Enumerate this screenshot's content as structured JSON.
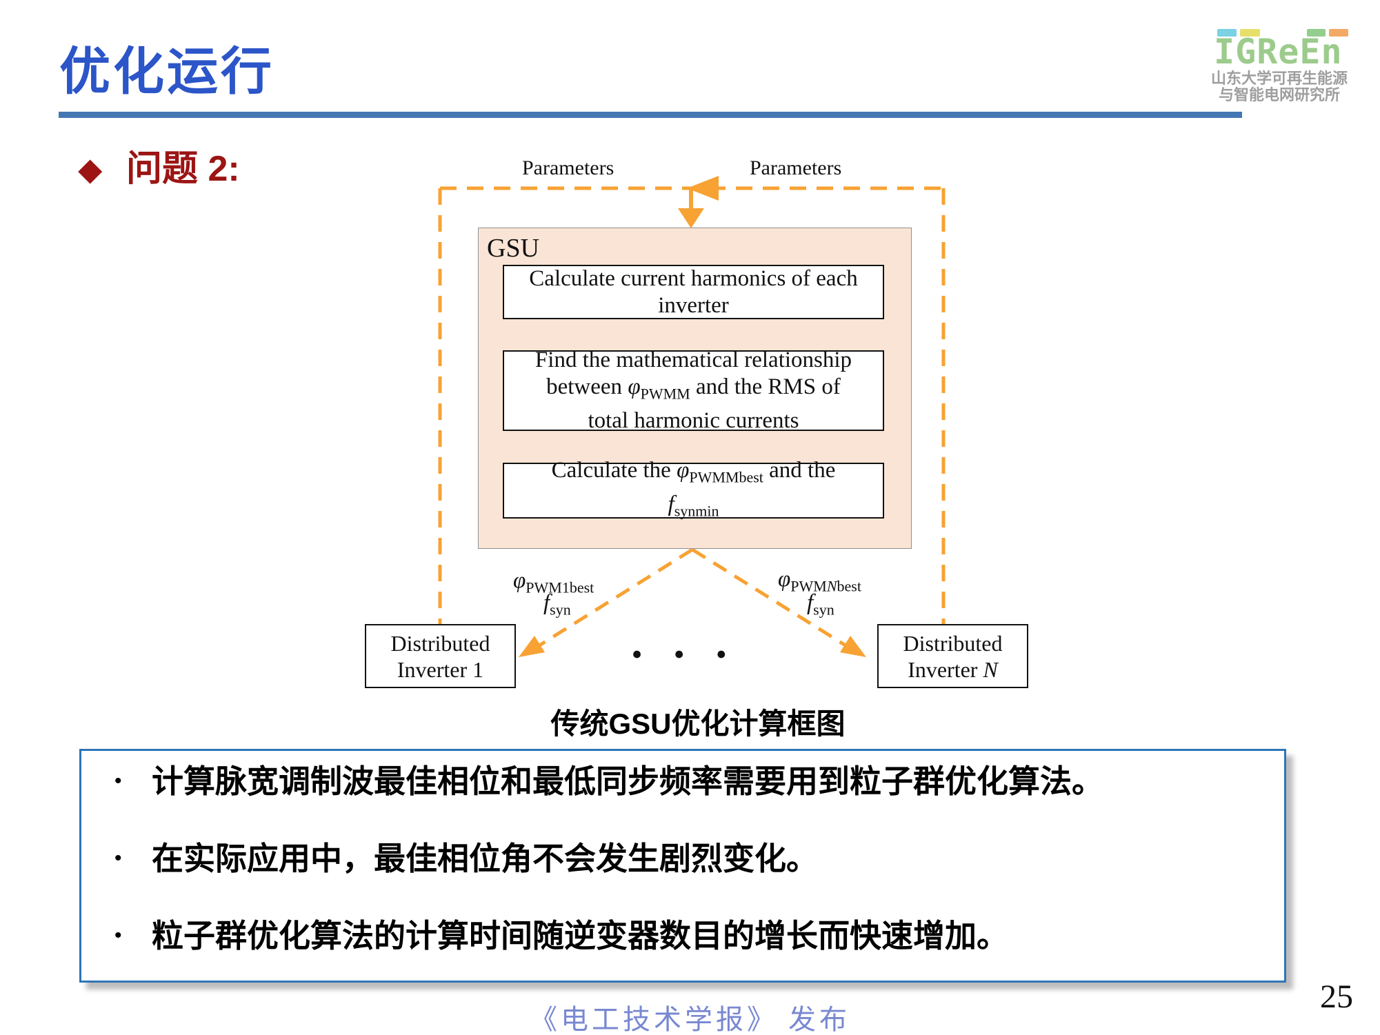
{
  "slide": {
    "title": "优化运行",
    "question_label": "问题 2:",
    "diamond_glyph": "◆",
    "page_number": "25",
    "footer": "《电工技术学报》 发布"
  },
  "logo": {
    "wordmark": "IGReEn",
    "caption_line1": "山东大学可再生能源",
    "caption_line2": "与智能电网研究所"
  },
  "diagram": {
    "param_label_left": "Parameters",
    "param_label_right": "Parameters",
    "gsu_label": "GSU",
    "box1_line1": "Calculate current harmonics of each",
    "box1_line2": "inverter",
    "box2_line1": "Find the mathematical relationship",
    "box2_l2a": "between ",
    "box2_phi": "φ",
    "box2_sub": "PWMM",
    "box2_l2b": " and the RMS of",
    "box2_line3": "total harmonic currents",
    "box3_l1a": "Calculate the ",
    "box3_phi": "φ",
    "box3_sub": "PWMMbest",
    "box3_l1b": " and the",
    "box3_f": "f",
    "box3_fsub": "synmin",
    "left_phi_sym": "φ",
    "left_phi_sub": "PWM1best",
    "left_f_sym": "f",
    "left_f_sub": "syn",
    "right_phi_sym": "φ",
    "right_phi_sub_a": "PWM",
    "right_phi_sub_n": "N",
    "right_phi_sub_b": "best",
    "right_f_sym": "f",
    "right_f_sub": "syn",
    "inv1_line1": "Distributed",
    "inv1_line2": "Inverter 1",
    "invN_line1": "Distributed",
    "invN_line2_pre": "Inverter ",
    "invN_line2_it": "N",
    "ellipsis": "●●●",
    "caption": "传统GSU优化计算框图"
  },
  "bullets": {
    "marker": "•",
    "items": [
      "计算脉宽调制波最佳相位和最低同步频率需要用到粒子群优化算法。",
      "在实际应用中，最佳相位角不会发生剧烈变化。",
      "粒子群优化算法的计算时间随逆变器数目的增长而快速增加。"
    ]
  },
  "colors": {
    "title_blue": "#2B55C8",
    "underline_blue": "#4377B4",
    "dark_red": "#9C1414",
    "accent_orange": "#F7A233",
    "gsu_fill": "#FAE4D5",
    "textbox_border_blue": "#2E75B6",
    "footer_blue": "#7988D1",
    "logo_green": "#9CCB8C",
    "logo_bar_cyan": "#7AD2E3",
    "logo_bar_yellow": "#E6E06A",
    "logo_bar_green": "#93CE8D",
    "logo_bar_orange": "#F3A966"
  }
}
